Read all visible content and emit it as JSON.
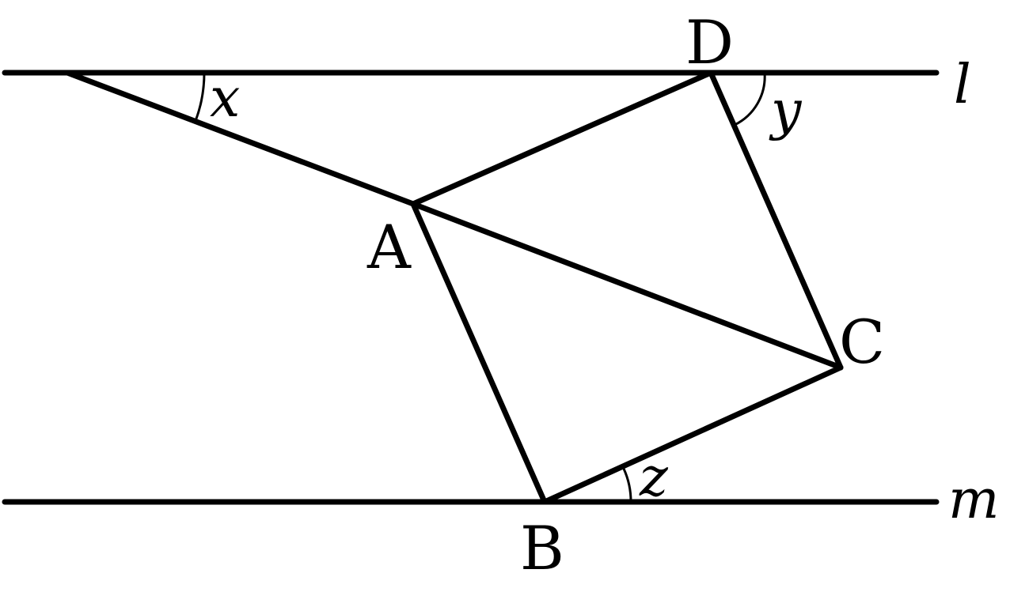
{
  "diagram": {
    "points": {
      "A": "A",
      "B": "B",
      "C": "C",
      "D": "D"
    },
    "lines": {
      "l": "l",
      "m": "m"
    },
    "angles": {
      "x": "x",
      "y": "y",
      "z": "z"
    },
    "colors": {
      "stroke": "#000000",
      "background": "#ffffff"
    }
  }
}
